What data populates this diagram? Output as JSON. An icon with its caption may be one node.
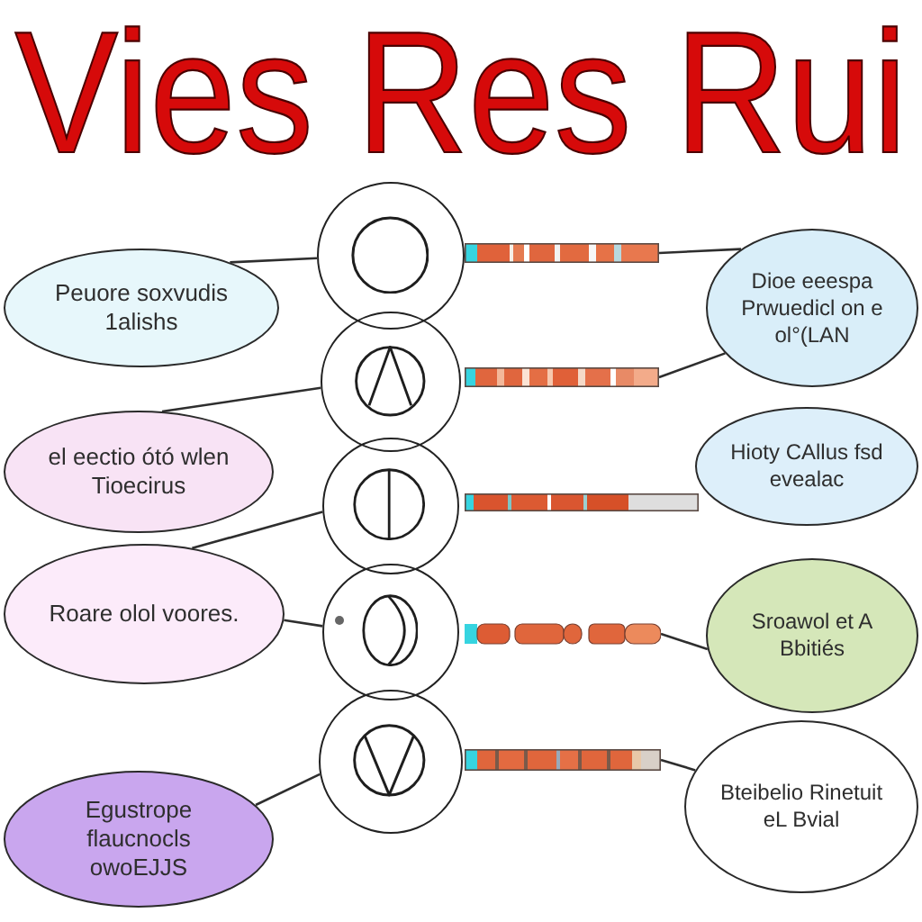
{
  "diagram": {
    "title": "Vies Res Rui",
    "nodes": [
      {
        "text": [
          "Peuore soxvudis 1alishs"
        ]
      },
      {
        "text": [
          "el eectio ótó wlen Tioecirus"
        ]
      },
      {
        "text": [
          "Roare olol voores."
        ]
      },
      {
        "text": [
          "Egustrope flaucnocls owoEJJS"
        ]
      },
      {
        "text": [],
        "shape": "circle"
      },
      {
        "text": [],
        "shape": "circle"
      },
      {
        "text": [],
        "shape": "circle"
      },
      {
        "text": [],
        "shape": "circle"
      },
      {
        "text": [],
        "shape": "circle"
      },
      {
        "text": [],
        "shape": "bar"
      },
      {
        "text": [],
        "shape": "bar"
      },
      {
        "text": [],
        "shape": "bar"
      },
      {
        "text": [],
        "shape": "bar"
      },
      {
        "text": [],
        "shape": "bar"
      },
      {
        "text": [
          "Dioe eeespa Prwuedicl on e ol°(LAN"
        ]
      },
      {
        "text": [
          "Hioty CAllus fsd evealac"
        ]
      },
      {
        "text": [
          "Sroawol et A Bbitiés"
        ]
      },
      {
        "text": [
          "Bteibelio Rinetuit eL Bvial"
        ]
      }
    ],
    "edges": [
      {
        "from": 0,
        "to": 4,
        "arrow": "none"
      },
      {
        "from": 1,
        "to": 5,
        "arrow": "none"
      },
      {
        "from": 2,
        "to": 6,
        "arrow": "none"
      },
      {
        "from": 2,
        "to": 7,
        "arrow": "none"
      },
      {
        "from": 3,
        "to": 8,
        "arrow": "none"
      },
      {
        "from": 9,
        "to": 14,
        "arrow": "none"
      },
      {
        "from": 10,
        "to": 14,
        "arrow": "none"
      },
      {
        "from": 12,
        "to": 16,
        "arrow": "none"
      },
      {
        "from": 13,
        "to": 17,
        "arrow": "none"
      }
    ]
  }
}
